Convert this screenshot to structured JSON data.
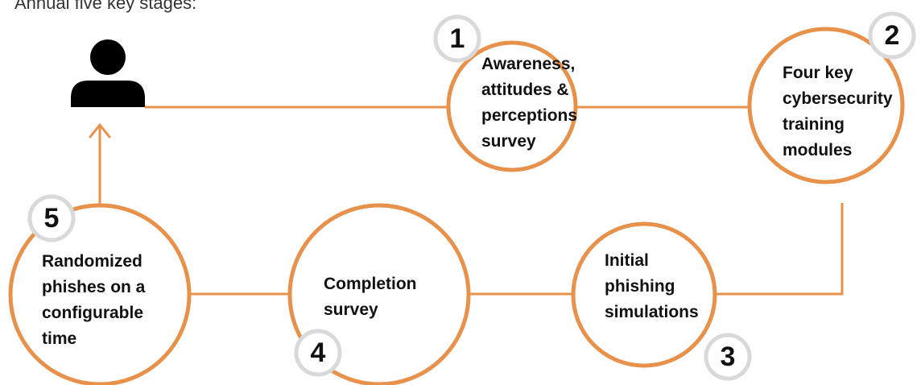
{
  "heading": "Annual five key stages:",
  "colors": {
    "accent": "#E8914A",
    "badge_ring": "#D9D9D9",
    "text": "#111111",
    "icon": "#000000"
  },
  "icons": {
    "person": "user-icon",
    "arrow": "arrow-up-icon"
  },
  "stages": [
    {
      "number": "1",
      "lines": [
        "Awareness,",
        "attitudes &",
        "perceptions",
        "survey"
      ]
    },
    {
      "number": "2",
      "lines": [
        "Four key",
        "cybersecurity",
        "training",
        "modules"
      ]
    },
    {
      "number": "3",
      "lines": [
        "Initial",
        "phishing",
        "simulations"
      ]
    },
    {
      "number": "4",
      "lines": [
        "Completion",
        "survey"
      ]
    },
    {
      "number": "5",
      "lines": [
        "Randomized",
        "phishes on a",
        "configurable",
        "time"
      ]
    }
  ]
}
